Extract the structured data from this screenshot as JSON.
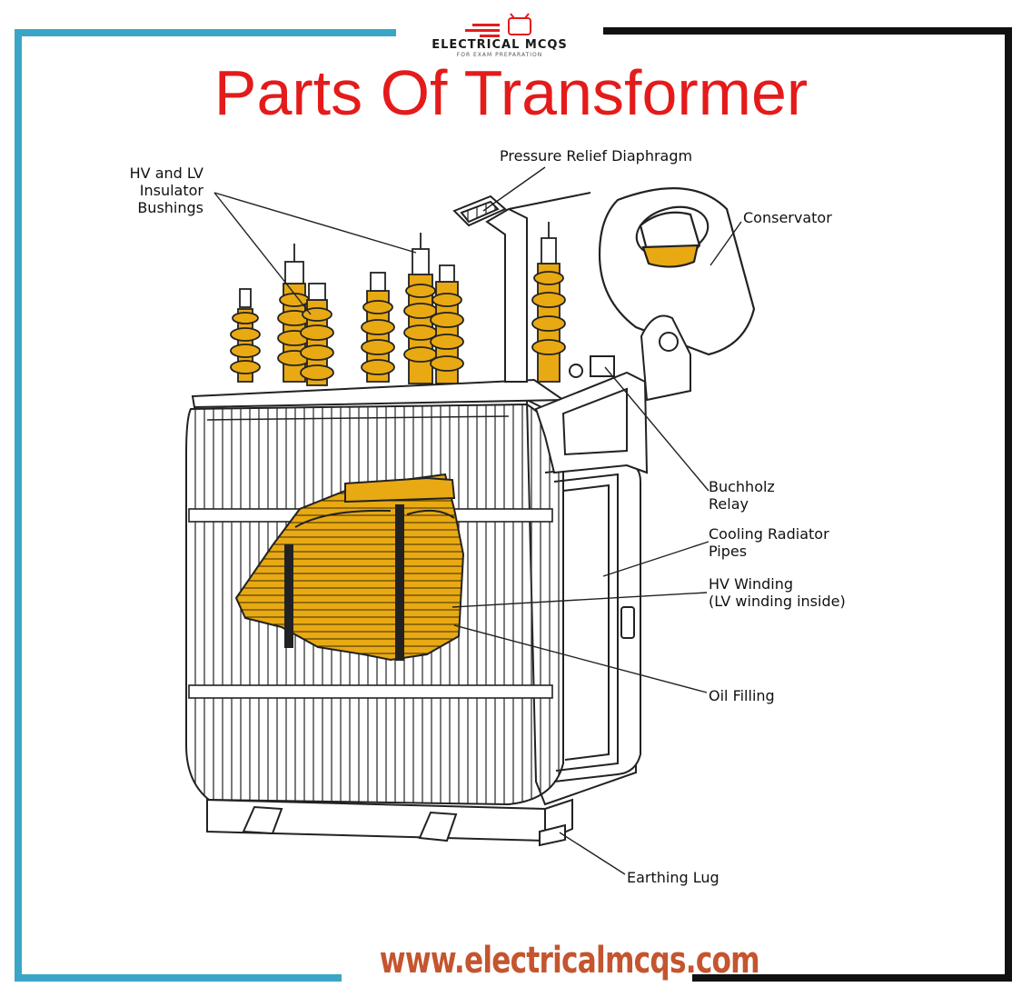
{
  "logo": {
    "main": "ELECTRICAL MCQS",
    "sub": "FOR EXAM PREPARATION"
  },
  "title": "Parts Of Transformer",
  "labels": {
    "bushings": [
      "HV and LV",
      "Insulator",
      "Bushings"
    ],
    "pressure_relief": "Pressure Relief Diaphragm",
    "conservator": "Conservator",
    "buchholz": [
      "Buchholz",
      "Relay"
    ],
    "cooling": [
      "Cooling Radiator",
      "Pipes"
    ],
    "hv_winding": [
      "HV Winding",
      "(LV winding inside)"
    ],
    "oil_filling": "Oil Filling",
    "earthing_lug": "Earthing Lug"
  },
  "footer": {
    "url": "www.electricalmcqs.com"
  },
  "colors": {
    "title": "#e41b1b",
    "winding": "#e8a913",
    "frame_left": "#3aa6c6",
    "frame_right": "#111111",
    "footer": "#c4552f"
  }
}
